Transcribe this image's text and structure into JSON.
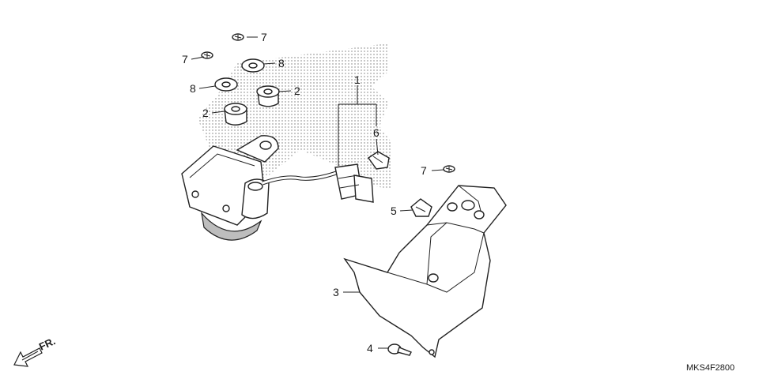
{
  "diagram": {
    "code": "MKS4F2800",
    "direction_label": "FR.",
    "callouts": {
      "p1": "1",
      "p2a": "2",
      "p2b": "2",
      "p3": "3",
      "p4": "4",
      "p5": "5",
      "p6": "6",
      "p7a": "7",
      "p7b": "7",
      "p7c": "7",
      "p8a": "8",
      "p8b": "8"
    }
  }
}
